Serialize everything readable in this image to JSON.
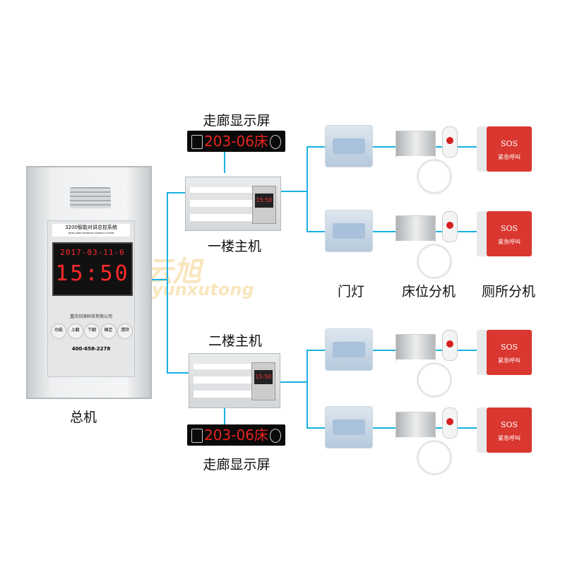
{
  "colors": {
    "connector": "#19b0e3",
    "led": "#ff2a2a",
    "sos": "#d9372f"
  },
  "main_unit": {
    "label": "总机",
    "title": "3200智能对讲总控系统",
    "subtitle": "INTELLIGENT INTERCOM CONTROL SYSTEM",
    "date": "2017-03-11-6",
    "time": "15:50",
    "company": "重庆剑涛科技有限公司",
    "buttons": [
      "功能",
      "上翻",
      "下翻",
      "确定",
      "清除"
    ],
    "phone": "400-658-2278"
  },
  "watermark": {
    "cn": "云旭",
    "en": "yunxutong"
  },
  "floors": [
    {
      "host_label": "一楼主机",
      "display_label": "走廊显示屏",
      "display_text": "203-06床",
      "host_screen": "15:50"
    },
    {
      "host_label": "二楼主机",
      "display_label": "走廊显示屏",
      "display_text": "203-06床",
      "host_screen": "15:50"
    }
  ],
  "device_labels": {
    "door": "门灯",
    "bed": "床位分机",
    "toilet": "厕所分机"
  },
  "sos": {
    "title": "SOS",
    "text": "紧急呼叫"
  }
}
